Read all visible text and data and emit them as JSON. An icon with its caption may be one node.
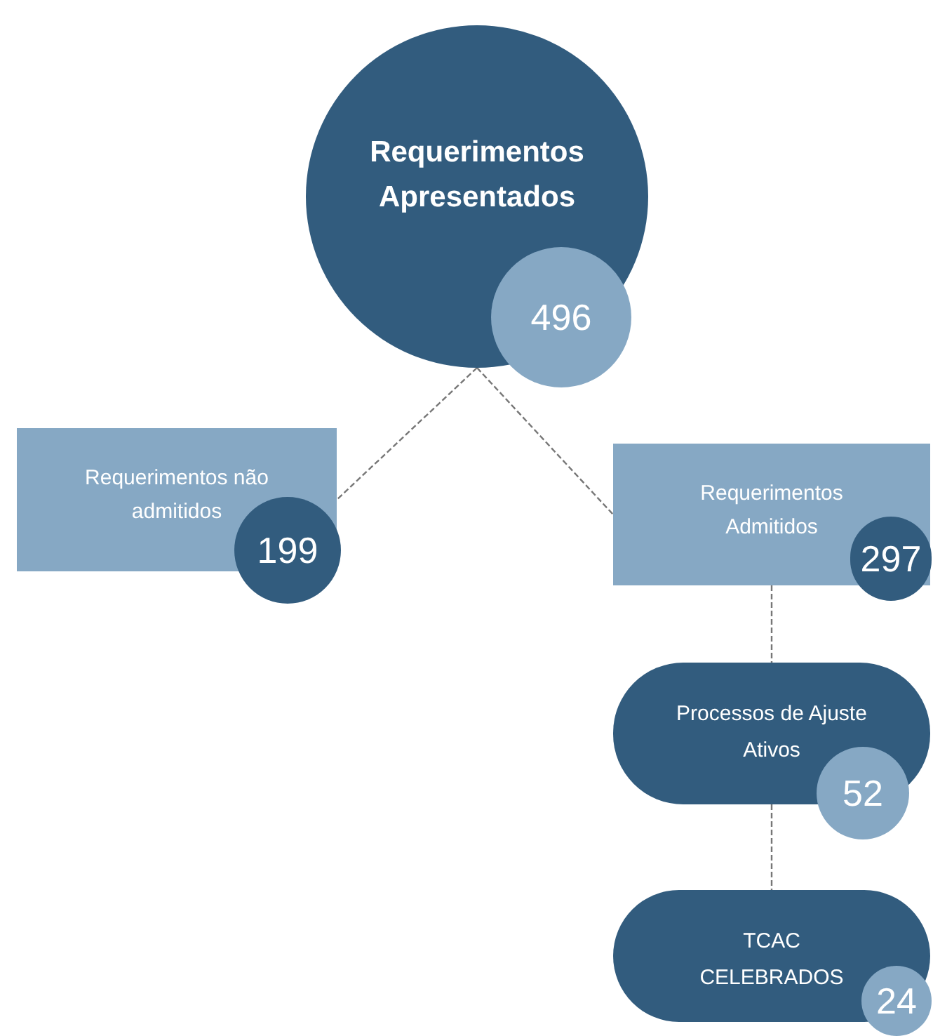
{
  "diagram": {
    "nodes": [
      {
        "text": [
          "Requerimentos Apresentados"
        ]
      },
      {
        "text": [
          "496"
        ]
      },
      {
        "text": [
          "Requerimentos não admitidos"
        ]
      },
      {
        "text": [
          "199"
        ]
      },
      {
        "text": [
          "Requerimentos Admitidos"
        ]
      },
      {
        "text": [
          "297"
        ]
      },
      {
        "text": [
          "Processos de Ajuste Ativos"
        ]
      },
      {
        "text": [
          "52"
        ]
      },
      {
        "text": [
          "TCAC CELEBRADOS"
        ]
      },
      {
        "text": [
          "24"
        ]
      }
    ],
    "edges": [
      {
        "from": 0,
        "to": 2,
        "arrow": "none",
        "style": "dashed"
      },
      {
        "from": 0,
        "to": 4,
        "arrow": "none",
        "style": "dashed"
      },
      {
        "from": 4,
        "to": 6,
        "arrow": "none",
        "style": "dashed"
      },
      {
        "from": 6,
        "to": 8,
        "arrow": "none",
        "style": "dashed"
      }
    ]
  }
}
